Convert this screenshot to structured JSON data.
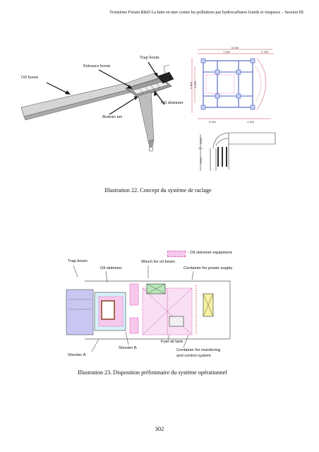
{
  "header": {
    "text": "Troisième Forum R&D La lutte en mer contre les pollutions par hydrocarbures lourds et visqueux – Session III"
  },
  "figure22": {
    "labels": {
      "oil_boom": "Oil boom",
      "entrance_boom": "Entrance boom",
      "trap_boom": "Trap boom",
      "oil_skimmer": "Oil skimmer",
      "bottom_net": "Bottom net"
    },
    "dimensions": {
      "top_total": "8,150",
      "top_inner": "7,000",
      "top_side": "2,750",
      "left_total": "2,400",
      "left_inner": "1,000",
      "bottom_a": "4,200",
      "bottom_b": "1,300",
      "side_a": "1000",
      "side_b": "1300"
    },
    "caption": "Illustration 22. Concept du système de raclage"
  },
  "figure23": {
    "legend": ": Oil skimmer equipment",
    "labels": {
      "trap_boom": "Trap boom",
      "oil_skimmer": "Oil skimmer",
      "winch": "Winch for oil boom",
      "container_power": "Container for power supply",
      "fuel_tank": "Fuel oil tank",
      "container_monitoring_1": "Container for monitoring",
      "container_monitoring_2": "and control system",
      "shooter_a": "Shooter A",
      "shooter_b": "Shooter B"
    },
    "caption": "Illustration 23. Disposition préliminaire du système opérationnel"
  },
  "footer": {
    "page_number": "302"
  },
  "colors": {
    "blue_frame": "#4a5fc0",
    "pink_equipment": "#f08ad8",
    "red_dim": "#d04050"
  }
}
